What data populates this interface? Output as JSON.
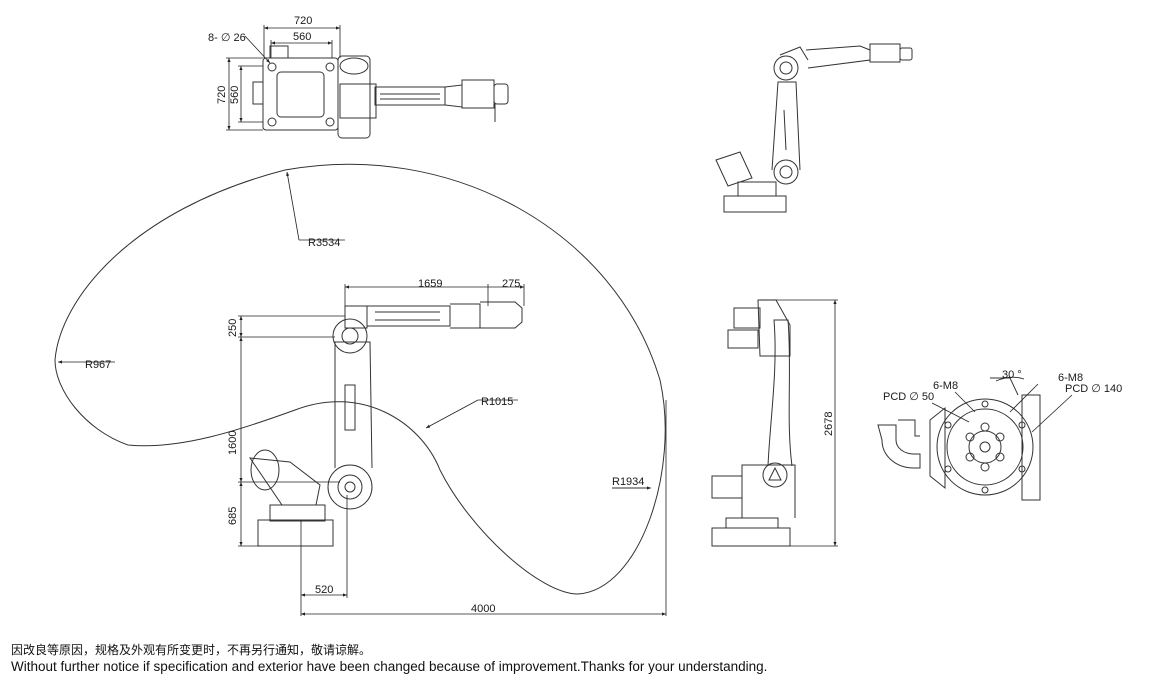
{
  "top_view": {
    "holes_label": "8- ∅ 26",
    "dim_width_outer": "720",
    "dim_width_inner": "560",
    "dim_height_outer": "720",
    "dim_height_inner": "560"
  },
  "work_envelope": {
    "r_outer": "R3534",
    "r_rear": "R967",
    "r_inner": "R1015",
    "r_front": "R1934"
  },
  "side_view": {
    "dim_arm": "1659",
    "dim_wrist": "275",
    "dim_offset": "250",
    "dim_upper_arm": "1600",
    "dim_base_height": "685",
    "dim_base_reach": "520",
    "dim_total_reach": "4000"
  },
  "rear_view": {
    "dim_total_height": "2678"
  },
  "flange": {
    "thread_inner": "6-M8",
    "pcd_inner": "PCD ∅ 50",
    "angle": "30 °",
    "thread_outer": "6-M8",
    "pcd_outer": "PCD ∅ 140"
  },
  "notes": {
    "chinese": "因改良等原因，规格及外观有所变更时，不再另行通知，敬请谅解。",
    "english": "Without further notice if specification and exterior have been changed because of improvement.Thanks for your understanding."
  }
}
